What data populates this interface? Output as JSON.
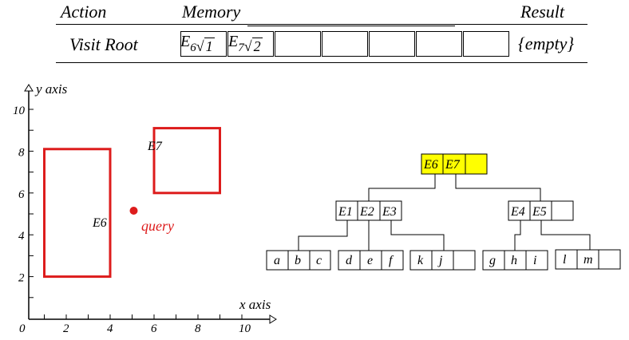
{
  "table": {
    "headers": {
      "action": "Action",
      "memory": "Memory",
      "result": "Result"
    },
    "row": {
      "action": "Visit Root",
      "result": "{empty}",
      "memory_entries": [
        {
          "entry": "E",
          "sub": "6",
          "dist": "1"
        },
        {
          "entry": "E",
          "sub": "7",
          "dist": "2"
        }
      ]
    }
  },
  "plot": {
    "x_axis_label": "x axis",
    "y_axis_label": "y axis",
    "x_ticks": [
      "0",
      "2",
      "4",
      "6",
      "8",
      "10"
    ],
    "y_ticks": [
      "2",
      "4",
      "6",
      "8",
      "10"
    ],
    "rects": [
      {
        "label": "E6",
        "x1": 1,
        "y1": 2,
        "x2": 4,
        "y2": 8.1
      },
      {
        "label": "E7",
        "x1": 6,
        "y1": 6,
        "x2": 9,
        "y2": 9.1
      }
    ],
    "query": {
      "label": "query",
      "x": 5,
      "y": 5
    }
  },
  "tree": {
    "root": [
      "E6",
      "E7",
      ""
    ],
    "level1": [
      [
        "E1",
        "E2",
        "E3"
      ],
      [
        "E4",
        "E5",
        ""
      ]
    ],
    "leaves": [
      [
        "a",
        "b",
        "c"
      ],
      [
        "d",
        "e",
        "f"
      ],
      [
        "k",
        "j",
        ""
      ],
      [
        "g",
        "h",
        "i"
      ],
      [
        "l",
        "m",
        ""
      ]
    ]
  },
  "colors": {
    "rect": "#dd1c1c",
    "query": "#dd1c1c",
    "highlight": "#ffff00"
  }
}
